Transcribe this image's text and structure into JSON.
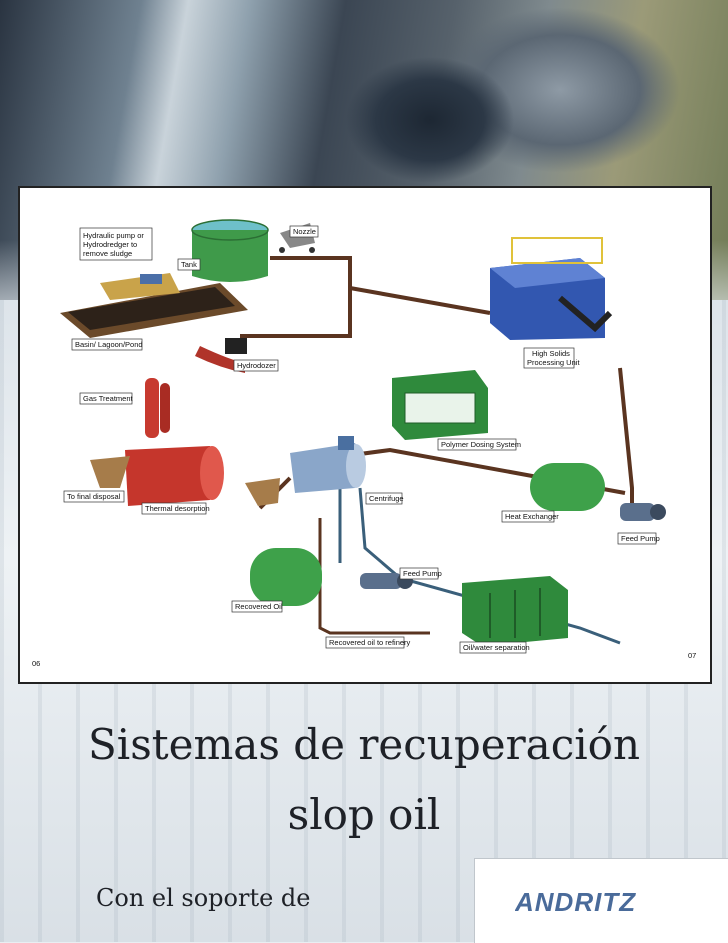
{
  "diagram": {
    "labels": {
      "hydraulic_pump": [
        "Hydraulic pump or",
        "Hydrodredger to",
        "remove sludge"
      ],
      "nozzle": "Nozzle",
      "tank": "Tank",
      "basin": "Basin/ Lagoon/Pond",
      "hydrodozer": "Hydrodozer",
      "gas_treatment": "Gas Treatment",
      "to_final_disposal": "To final disposal",
      "thermal_desorption": "Thermal desorption",
      "high_solids": [
        "High Solids",
        "Processing Unit"
      ],
      "polymer_dosing": "Polymer Dosing System",
      "centrifuge": "Centrifuge",
      "heat_exchanger": "Heat Exchanger",
      "feed_pump_right": "Feed Pump",
      "feed_pump_center": "Feed Pump",
      "recovered_oil": "Recovered Oil",
      "recovered_oil_refinery": "Recovered oil to refinery",
      "oil_water_separation": "Oil/water separation",
      "page_left": "06",
      "page_right": "07"
    }
  },
  "title": {
    "line1": "Sistemas de recuperación",
    "line2": "slop oil"
  },
  "support_text": "Con el soporte de",
  "logo": {
    "text": "ANDRITZ",
    "color": "#4a6b9a"
  }
}
